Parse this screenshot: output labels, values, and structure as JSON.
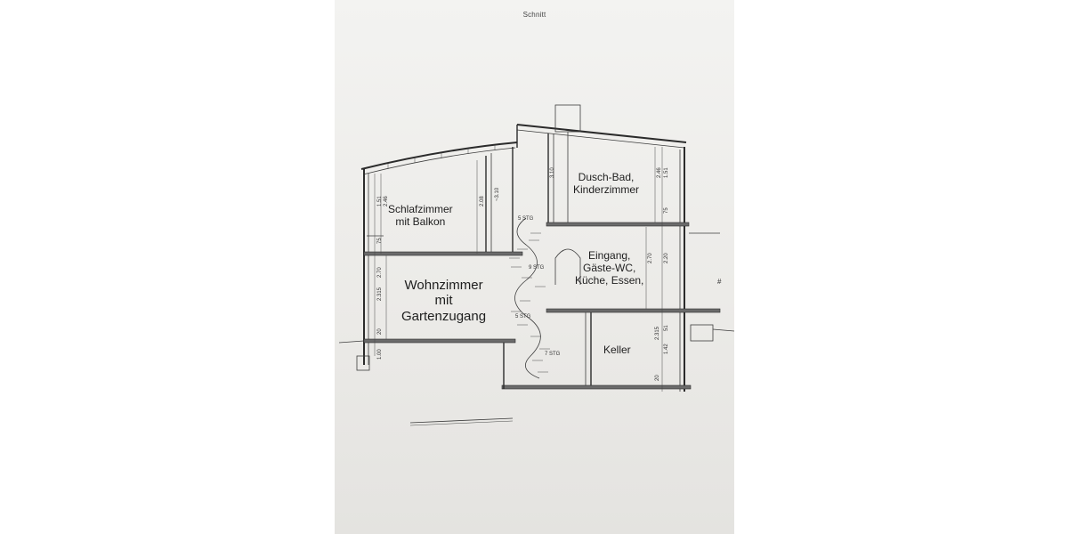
{
  "page": {
    "title": "Schnitt"
  },
  "rooms": {
    "bedroom": [
      "Schlafzimmer",
      "mit Balkon"
    ],
    "bath": [
      "Dusch-Bad,",
      "Kinderzimmer"
    ],
    "entrance": [
      "Eingang,",
      "Gäste-WC,",
      "Küche, Essen,"
    ],
    "living": [
      "Wohnzimmer",
      "mit",
      "Gartenzugang"
    ],
    "cellar": [
      "Keller"
    ]
  },
  "stairs": {
    "upper": "5 STG",
    "middle": "9 STG",
    "lower": "5 STG",
    "cellar": "7 STG"
  },
  "dimensions": {
    "left_outer": [
      "1.51",
      "75",
      "2.70",
      "2.315",
      "20",
      "1.00"
    ],
    "left_inner": [
      "2.46",
      "2.08",
      "~3.10"
    ],
    "right_upper": [
      "2.46",
      "1.51",
      "75"
    ],
    "right_middle": [
      "2.70",
      "2.20"
    ],
    "right_lower": [
      "2.315",
      "51",
      "1.42",
      "20"
    ],
    "stair_top": "3.10",
    "mark_right": "#"
  }
}
